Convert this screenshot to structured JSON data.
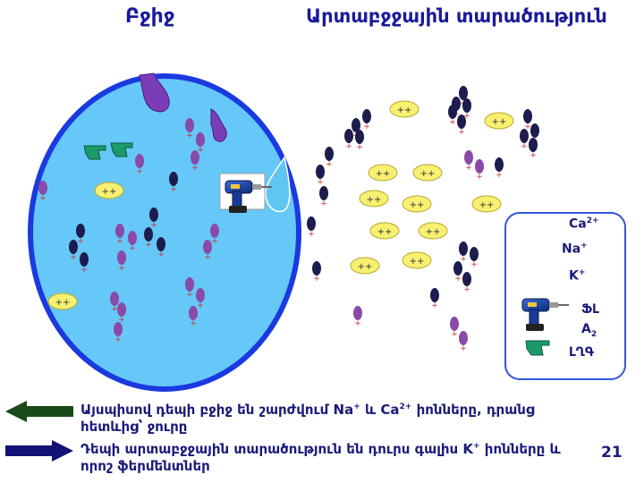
{
  "titles": {
    "cell": "Բջիջ",
    "extracellular": "Արտաբջջային տարածություն"
  },
  "ion_marks": {
    "double": "++",
    "single": "+"
  },
  "legend": {
    "ca_label": "Ca",
    "ca_charge": "2+",
    "na_label": "Na",
    "na_charge": "+",
    "k_label": "K",
    "k_charge": "+",
    "drill_label_1": "ՖԼ",
    "drill_label_2": "A",
    "drill_label_2_sub": "2",
    "enzyme_label": "ԼՂԳ"
  },
  "captions": {
    "inflow_text_1": "Այսպիսով դեպի բջիջ են շարժվում Na",
    "inflow_sup_1": "+",
    "inflow_text_2": " և Ca",
    "inflow_sup_2": "2+",
    "inflow_text_3": " իոնները, դրանց հետևից՝ ջուրը",
    "outflow_text_1": "Դեպի արտաբջջային տարածություն են դուրս գալիս K",
    "outflow_sup_1": "+",
    "outflow_text_2": " իոնները և որոշ ֆերմենտներ"
  },
  "page_number": "21",
  "colors": {
    "cell_fill": "#66c8f8",
    "cell_border": "#1a3ae0",
    "ca_ion": "#f8f070",
    "na_ion": "#1c1c4e",
    "k_ion": "#8a4aa8",
    "enzyme": "#1b9a6a",
    "inflow_arrow": "#1a4a1a",
    "outflow_arrow": "#121276",
    "legend_border": "#3355dd"
  }
}
